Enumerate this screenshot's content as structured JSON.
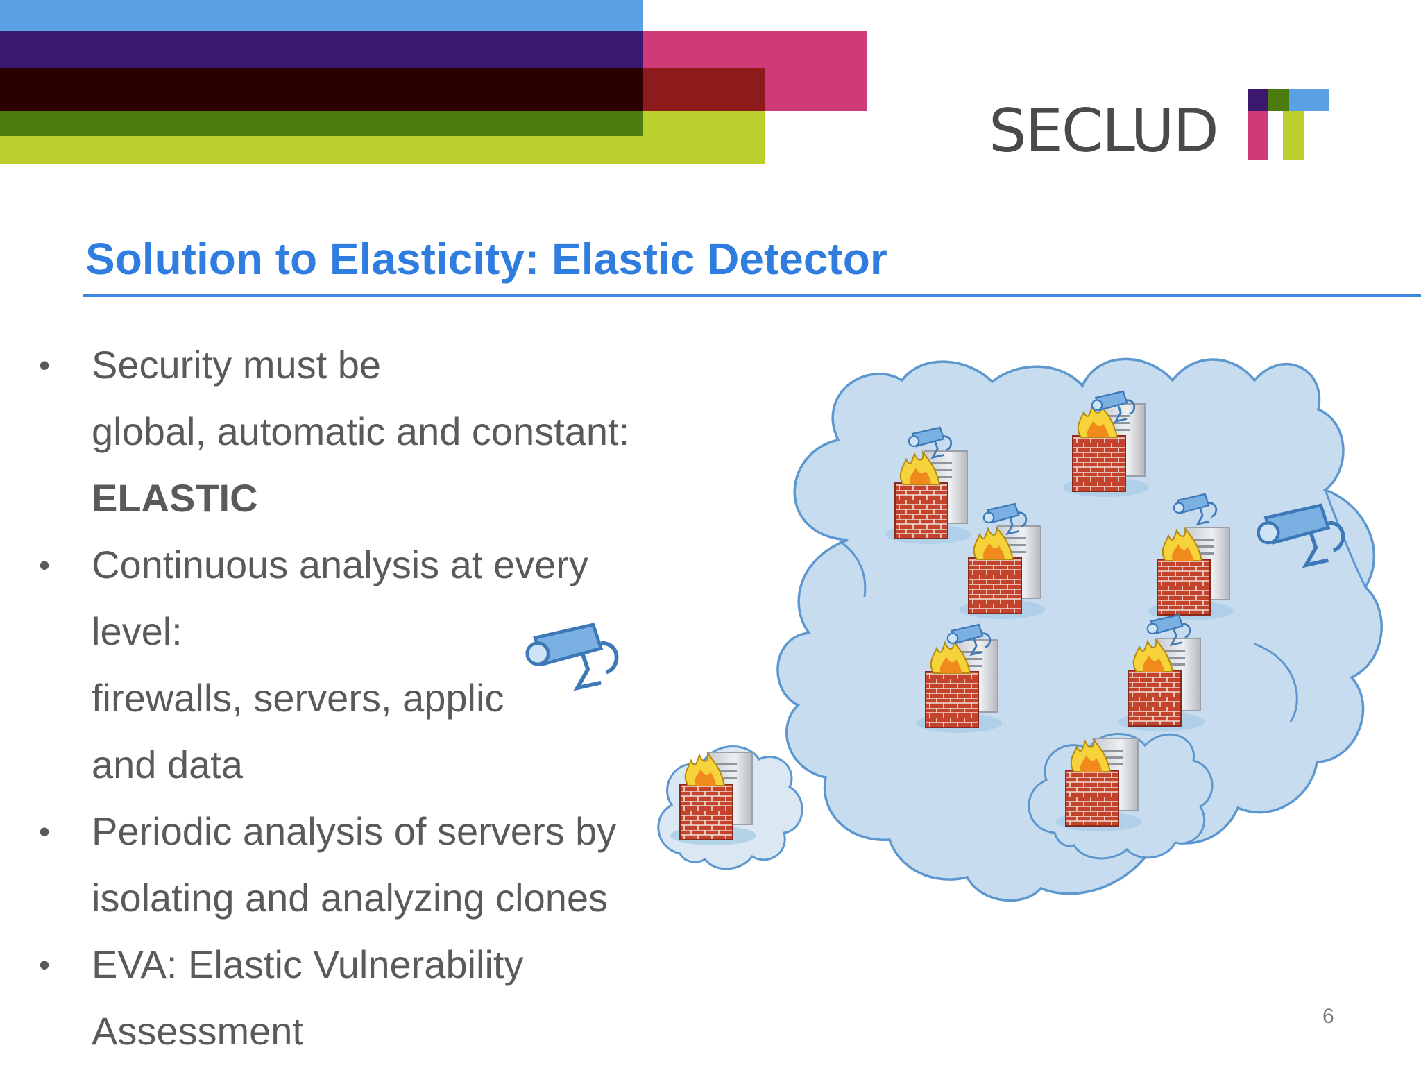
{
  "header": {
    "logo_text": "SECLUD",
    "colors": {
      "light_blue": "#5aa0e4",
      "purple": "#3b186e",
      "magenta": "#cf3a79",
      "dark_red": "#2a0000",
      "red": "#8e1b1b",
      "green": "#4c7c0d",
      "lime": "#bcd02d"
    }
  },
  "slide": {
    "title": "Solution to Elasticity: Elastic Detector",
    "title_color": "#2e7ddf",
    "page_number": "6"
  },
  "bullets": [
    {
      "lines": [
        {
          "text": "Security must be"
        },
        {
          "text": "global, automatic and constant:"
        },
        {
          "text": "ELASTIC",
          "bold": true
        }
      ]
    },
    {
      "lines": [
        {
          "text": "Continuous analysis at every"
        },
        {
          "text": "level:"
        },
        {
          "text": "firewalls, servers, applic"
        },
        {
          "text": "and data"
        }
      ]
    },
    {
      "lines": [
        {
          "text": "Periodic analysis of servers by"
        },
        {
          "text": "isolating and analyzing clones"
        }
      ]
    },
    {
      "lines": [
        {
          "text": "EVA: Elastic Vulnerability"
        },
        {
          "text": "Assessment"
        }
      ]
    }
  ],
  "illustration": {
    "icons": [
      "cloud-icon",
      "firewall-icon",
      "server-icon",
      "security-camera-icon"
    ]
  },
  "bullet_char": "•"
}
